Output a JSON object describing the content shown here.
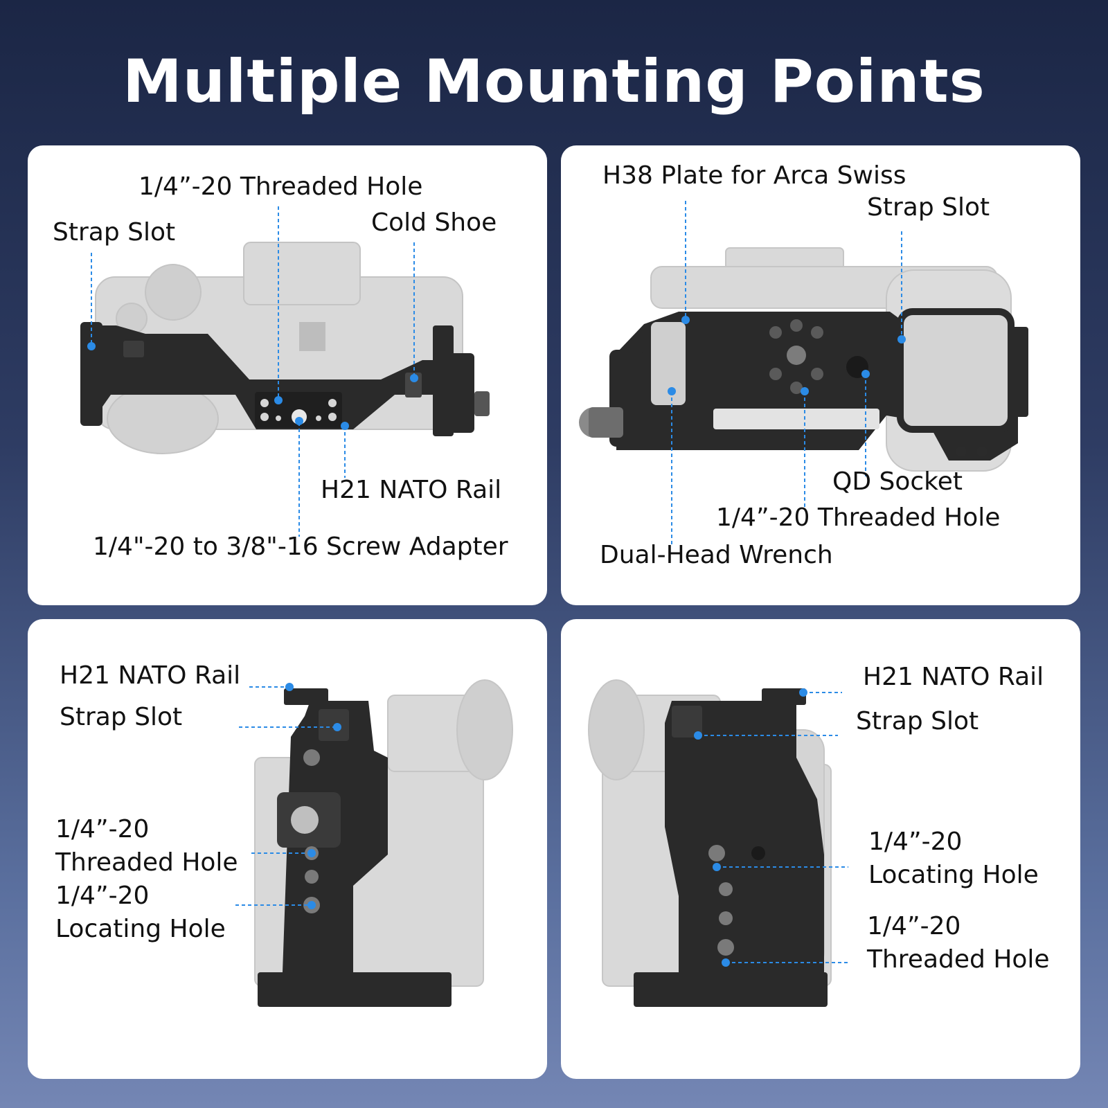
{
  "title": "Multiple Mounting Points",
  "colors": {
    "accent": "#2b8be6",
    "background_top": "#1b2645",
    "background_bottom": "#7486b4",
    "panel": "#ffffff"
  },
  "panels": [
    {
      "view": "top",
      "labels": {
        "threaded_hole": "1/4”-20 Threaded Hole",
        "strap_slot": "Strap Slot",
        "cold_shoe": "Cold Shoe",
        "nato_rail": "H21 NATO Rail",
        "screw_adapter": "1/4\"-20 to 3/8\"-16 Screw Adapter"
      }
    },
    {
      "view": "bottom",
      "labels": {
        "arca_plate": "H38 Plate for Arca Swiss",
        "strap_slot": "Strap Slot",
        "qd_socket": "QD Socket",
        "threaded_hole": "1/4”-20 Threaded Hole",
        "wrench": "Dual-Head Wrench"
      }
    },
    {
      "view": "left-side",
      "labels": {
        "nato_rail": "H21 NATO Rail",
        "strap_slot": "Strap Slot",
        "threaded_hole_1": "1/4”-20",
        "threaded_hole_2": "Threaded Hole",
        "locating_hole_1": "1/4”-20",
        "locating_hole_2": "Locating Hole"
      }
    },
    {
      "view": "right-side",
      "labels": {
        "nato_rail": "H21 NATO Rail",
        "strap_slot": "Strap Slot",
        "locating_hole_1": "1/4”-20",
        "locating_hole_2": "Locating Hole",
        "threaded_hole_1": "1/4”-20",
        "threaded_hole_2": "Threaded Hole"
      }
    }
  ]
}
